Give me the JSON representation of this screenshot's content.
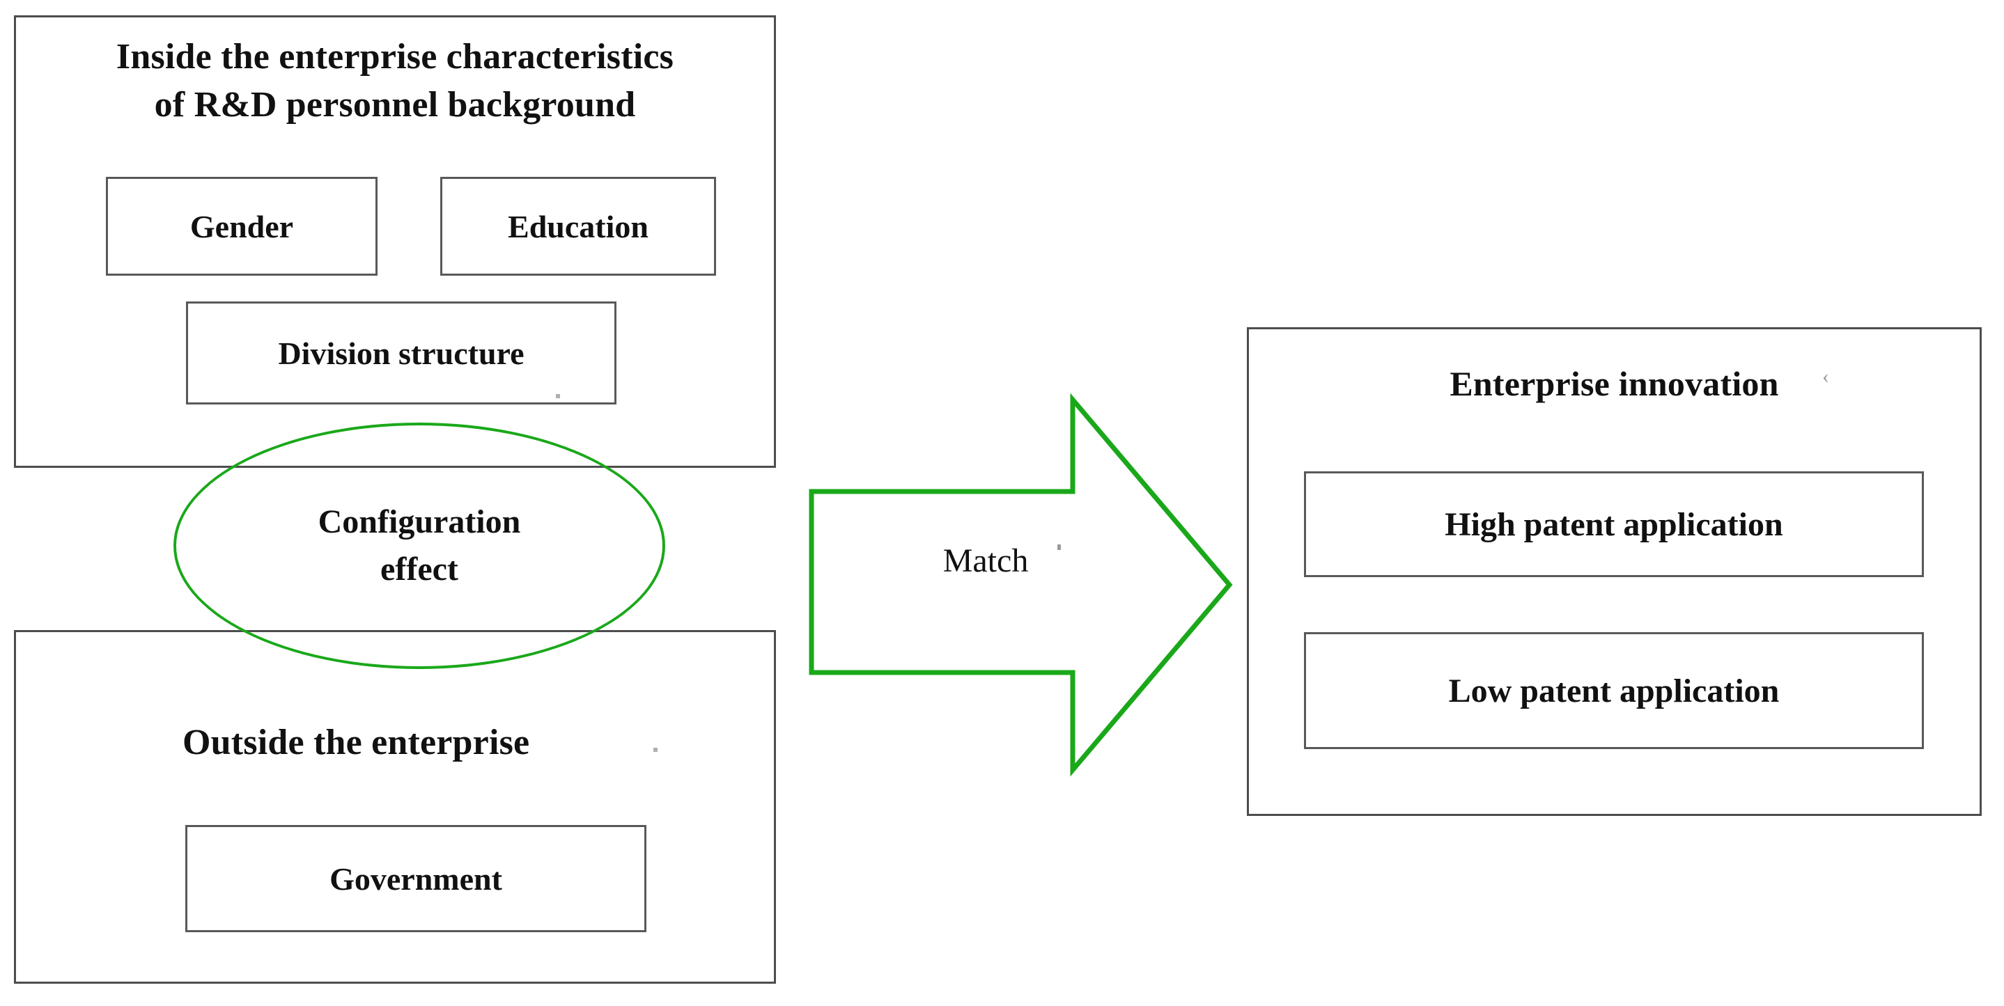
{
  "diagram": {
    "type": "conceptual-framework",
    "accent_color": "#1aa81a",
    "box_border_color": "#4d4d4d",
    "text_color": "#111111",
    "background": "#ffffff"
  },
  "internal_panel": {
    "title": "Inside the enterprise characteristics\nof R&D personnel background",
    "items": [
      {
        "label": "Gender"
      },
      {
        "label": "Education"
      },
      {
        "label": "Division structure"
      }
    ]
  },
  "configuration": {
    "label": "Configuration\neffect"
  },
  "external_panel": {
    "title": "Outside the enterprise",
    "items": [
      {
        "label": "Government"
      }
    ]
  },
  "connector": {
    "label": "Match",
    "direction": "right",
    "color": "#1aa81a"
  },
  "innovation_panel": {
    "title": "Enterprise innovation",
    "title_artifact": "‹",
    "items": [
      {
        "label": "High patent application"
      },
      {
        "label": "Low patent application"
      }
    ]
  }
}
